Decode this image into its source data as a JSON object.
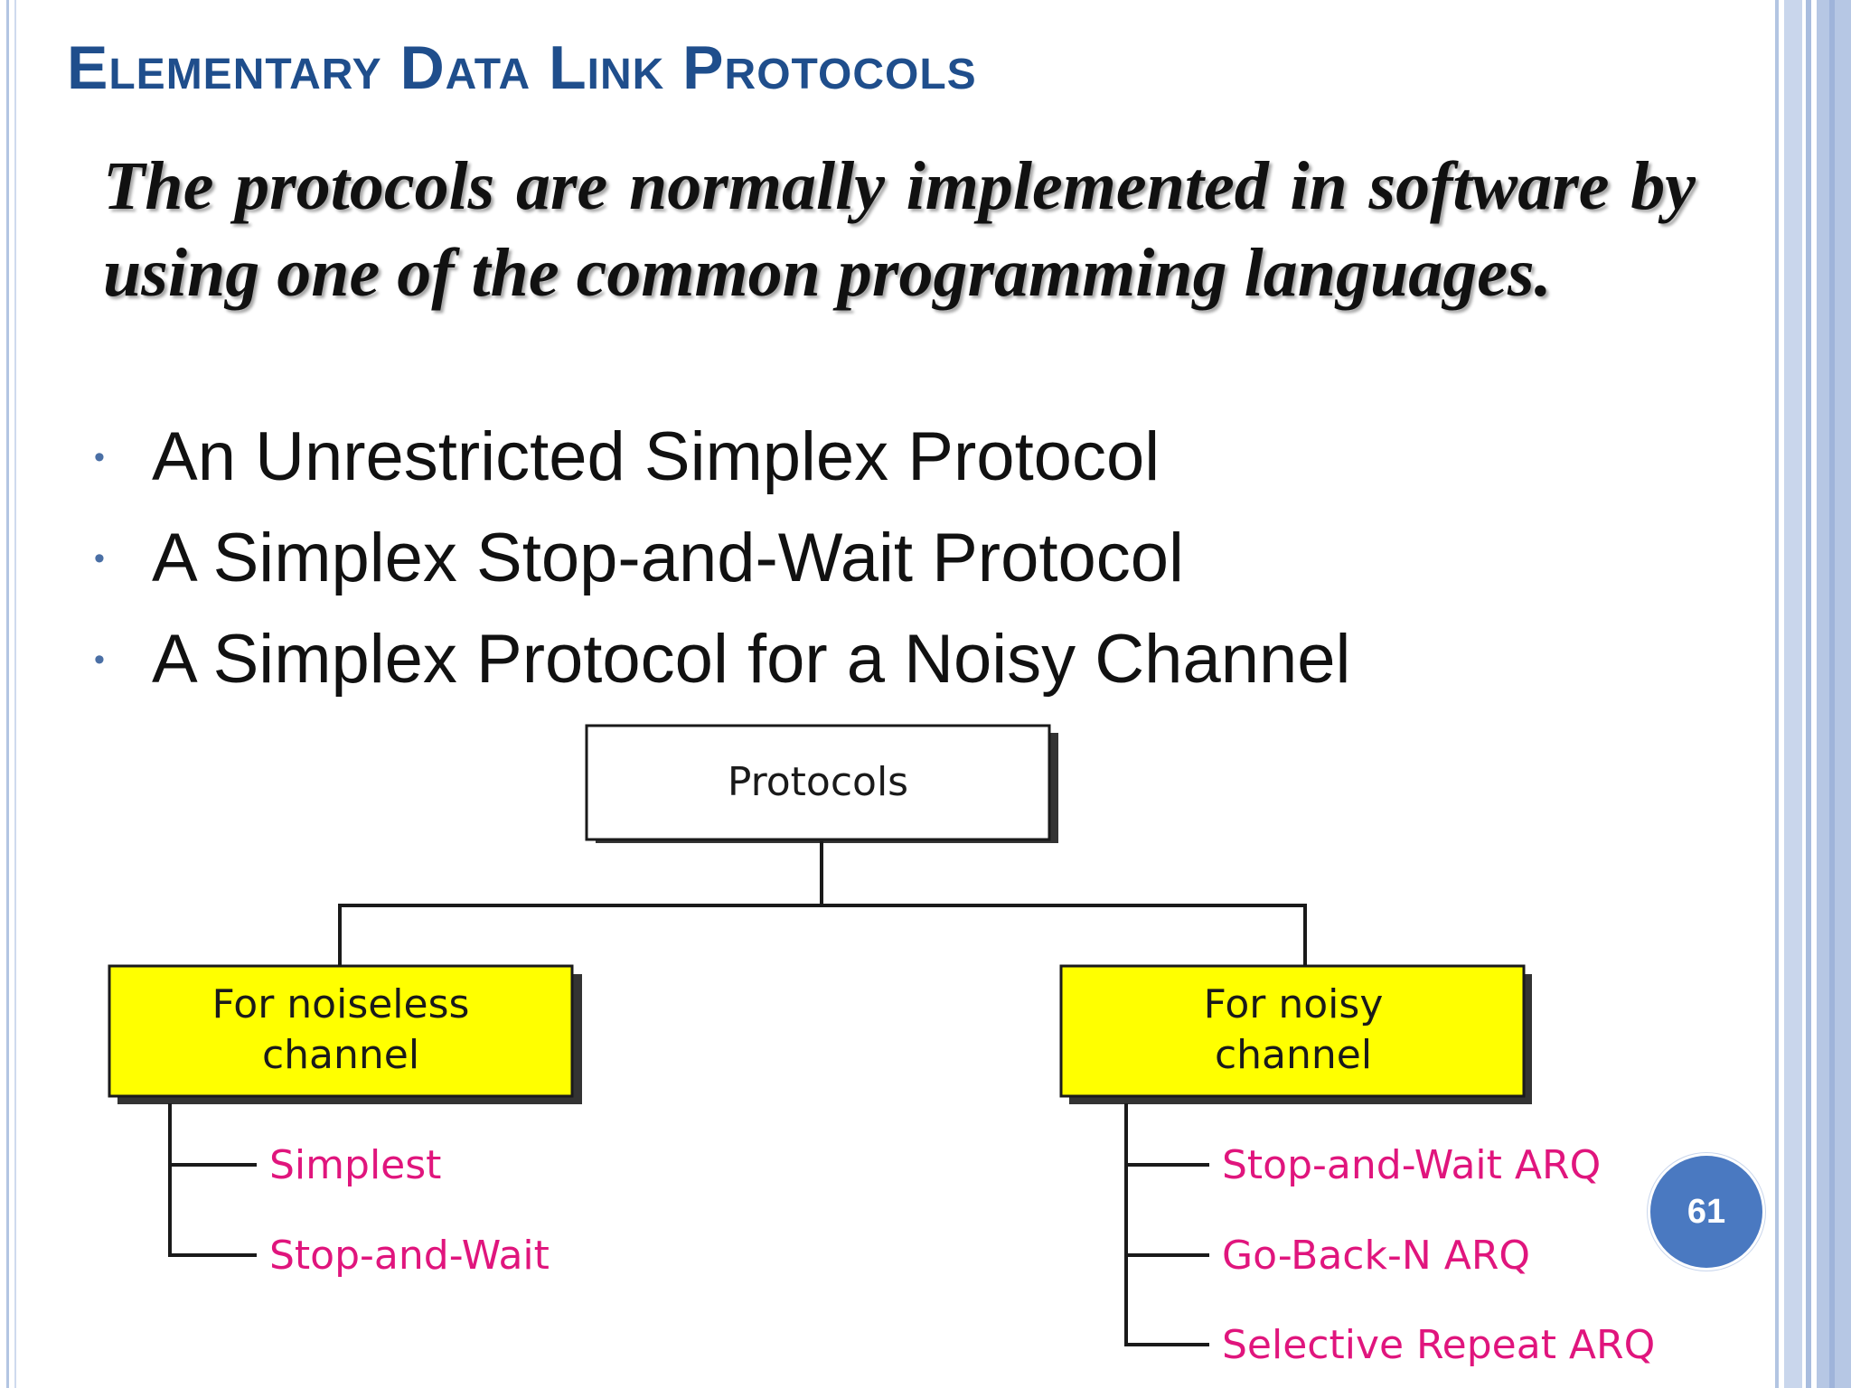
{
  "slide": {
    "title": "Elementary Data Link Protocols",
    "intro": "The protocols are normally implemented in software by using one of the common programming languages.",
    "bullets": [
      "An Unrestricted Simplex Protocol",
      "A Simplex Stop-and-Wait Protocol",
      "A Simplex Protocol for a Noisy Channel"
    ],
    "bullet_glyph": "•",
    "page_number": "61"
  },
  "diagram": {
    "root": "Protocols",
    "left_category": [
      "For noiseless",
      "channel"
    ],
    "right_category": [
      "For noisy",
      "channel"
    ],
    "left_items": [
      "Simplest",
      "Stop-and-Wait"
    ],
    "right_items": [
      "Stop-and-Wait ARQ",
      "Go-Back-N ARQ",
      "Selective Repeat ARQ"
    ]
  },
  "colors": {
    "title": "#1f4e8c",
    "category_fill": "#ffff00",
    "leaf_text": "#e0157d",
    "badge": "#4a79c1"
  }
}
